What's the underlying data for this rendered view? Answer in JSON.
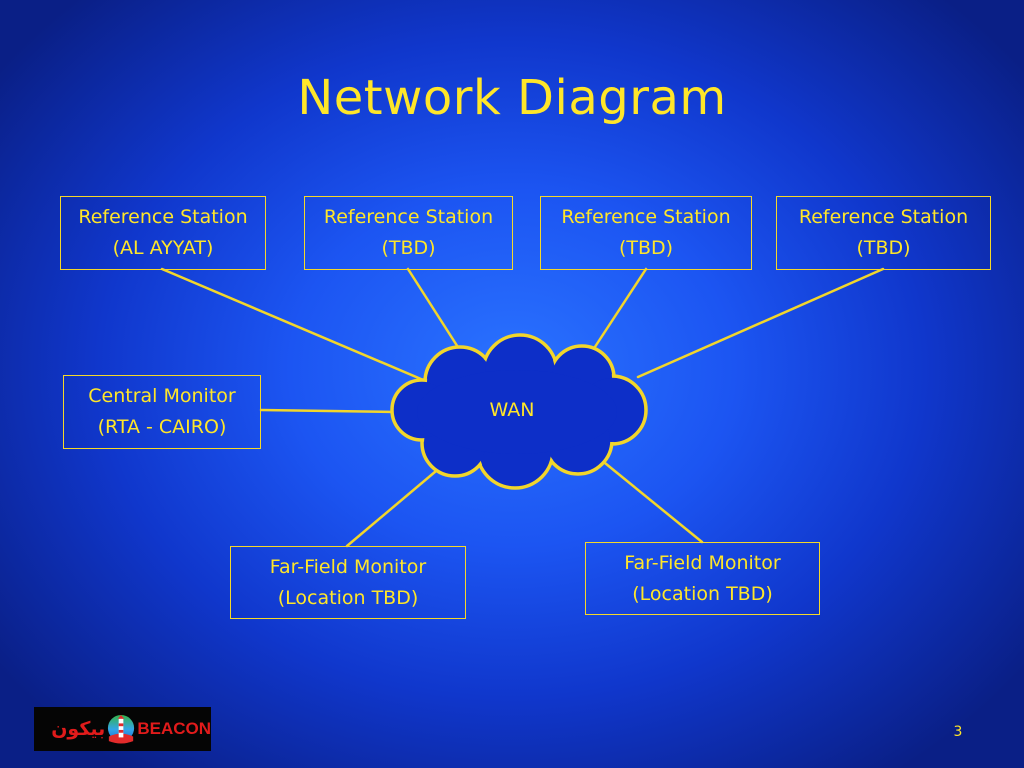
{
  "slide": {
    "title": "Network Diagram",
    "page_number": "3"
  },
  "nodes": {
    "ref_1": {
      "line1": "Reference Station",
      "line2": "(AL AYYAT)"
    },
    "ref_2": {
      "line1": "Reference Station",
      "line2": "(TBD)"
    },
    "ref_3": {
      "line1": "Reference Station",
      "line2": "(TBD)"
    },
    "ref_4": {
      "line1": "Reference Station",
      "line2": "(TBD)"
    },
    "central": {
      "line1": "Central Monitor",
      "line2": "(RTA - CAIRO)"
    },
    "far_1": {
      "line1": "Far-Field Monitor",
      "line2": "(Location TBD)"
    },
    "far_2": {
      "line1": "Far-Field Monitor",
      "line2": "(Location TBD)"
    },
    "wan": {
      "label": "WAN"
    }
  },
  "logo": {
    "arabic_text": "بيكون",
    "latin_text": "BEACON"
  },
  "colors": {
    "accent": "#ffe629",
    "line": "#f2d62b",
    "background_center": "#2a72ff",
    "background_edge": "#0a1f86",
    "cloud_fill": "#0d2fc8",
    "logo_text": "#e11b1b"
  }
}
